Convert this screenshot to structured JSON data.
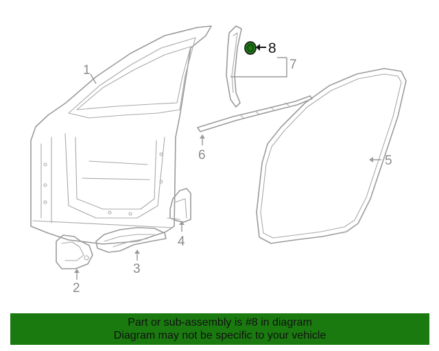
{
  "callouts": {
    "c1": "1",
    "c2": "2",
    "c3": "3",
    "c4": "4",
    "c5": "5",
    "c6": "6",
    "c7": "7",
    "c8": "8"
  },
  "highlight_color": "#1a7a10",
  "banner": {
    "line1": "Part or sub-assembly is #8 in diagram",
    "line2": "Diagram may not be specific to your vehicle"
  }
}
